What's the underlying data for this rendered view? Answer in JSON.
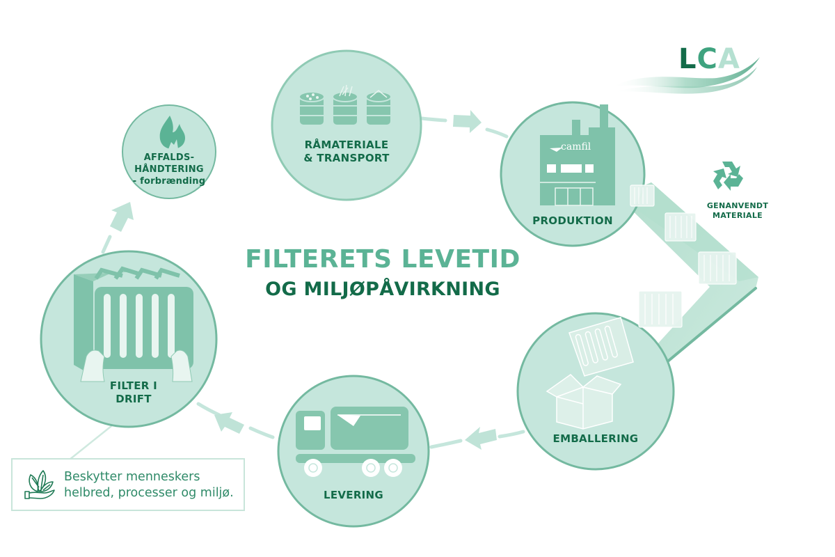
{
  "title": {
    "line1": "FILTERETS LEVETID",
    "line2": "OG MILJØPÅVIRKNING"
  },
  "logo": {
    "letters": [
      "L",
      "C",
      "A"
    ],
    "text": "LCA"
  },
  "colors": {
    "dark_green": "#136b49",
    "mid_green": "#5bb395",
    "circle_fill": "#c5e6dc",
    "circle_edge": "#74b9a0",
    "icon_fill": "#7fc2aa",
    "arrow_fill": "#bfe3d7"
  },
  "stages": [
    {
      "id": "raw-material",
      "line1": "RÅMATERIALE",
      "line2": "& TRANSPORT",
      "icon": "raw-material-bins-icon"
    },
    {
      "id": "production",
      "line1": "PRODUKTION",
      "icon": "factory-icon",
      "brand": "camfil"
    },
    {
      "id": "packaging",
      "line1": "EMBALLERING",
      "icon": "box-icon"
    },
    {
      "id": "delivery",
      "line1": "LEVERING",
      "icon": "truck-icon"
    },
    {
      "id": "in-use",
      "line1": "FILTER I",
      "line2": "DRIFT",
      "icon": "filter-hands-icon"
    },
    {
      "id": "waste",
      "line1": "AFFALDS-",
      "line2": "HÅNDTERING",
      "line3": "- forbrænding",
      "icon": "flame-icon"
    }
  ],
  "recycle": {
    "line1": "GENANVENDT",
    "line2": "MATERIALE",
    "icon": "recycle-icon"
  },
  "benefit": {
    "line1": "Beskytter menneskers",
    "line2": "helbred, processer og miljø.",
    "icon": "leaves-in-hand-icon"
  }
}
